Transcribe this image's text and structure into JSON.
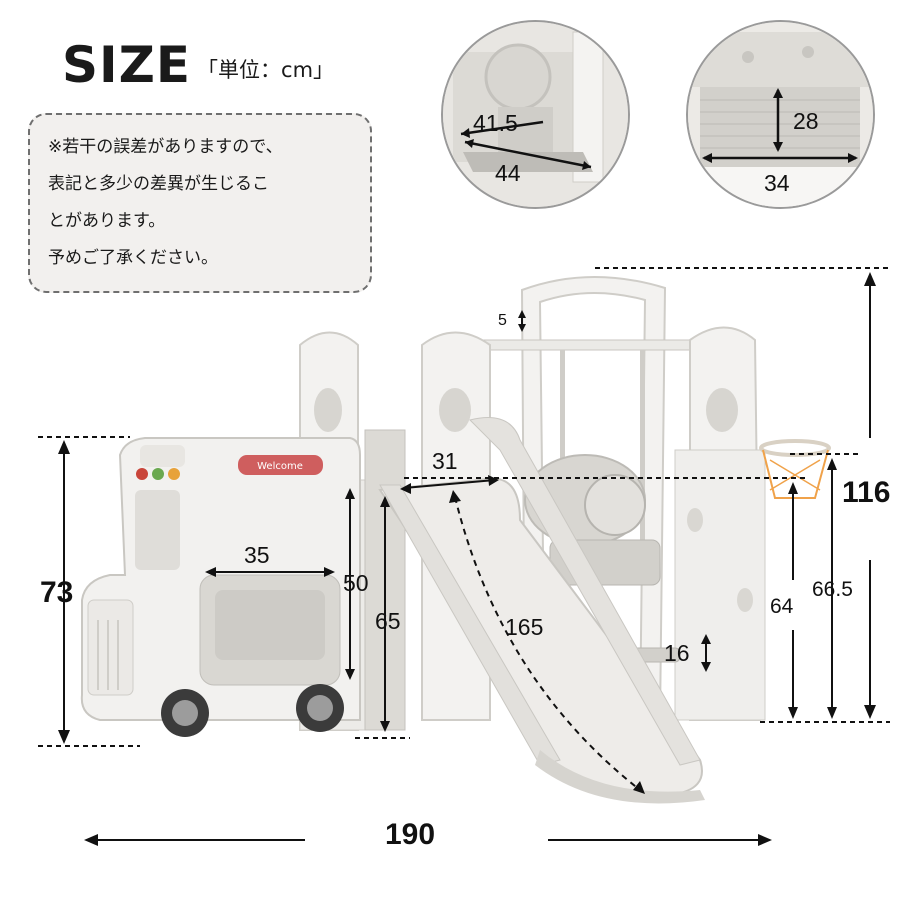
{
  "header": {
    "title": "SIZE",
    "unit": "「単位：cm」"
  },
  "note": {
    "lines": [
      "※若干の誤差がありますので、",
      "表記と多少の差異が生じるこ",
      "とがあります。",
      "予めご了承ください。"
    ]
  },
  "zoom_left": {
    "dim_a": "41.5",
    "dim_b": "44"
  },
  "zoom_right": {
    "dim_a": "28",
    "dim_b": "34"
  },
  "dimensions": {
    "swing_bar": "5",
    "total_height": "116",
    "truck_height": "73",
    "slide_width": "31",
    "truck_inner_width": "35",
    "truck_inner_height": "50",
    "platform_height": "65",
    "slide_length": "165",
    "swing_seat_height": "64",
    "hoop_height": "66.5",
    "swing_ground": "16",
    "total_width": "190"
  },
  "product": {
    "sign_text": "Welcome"
  }
}
